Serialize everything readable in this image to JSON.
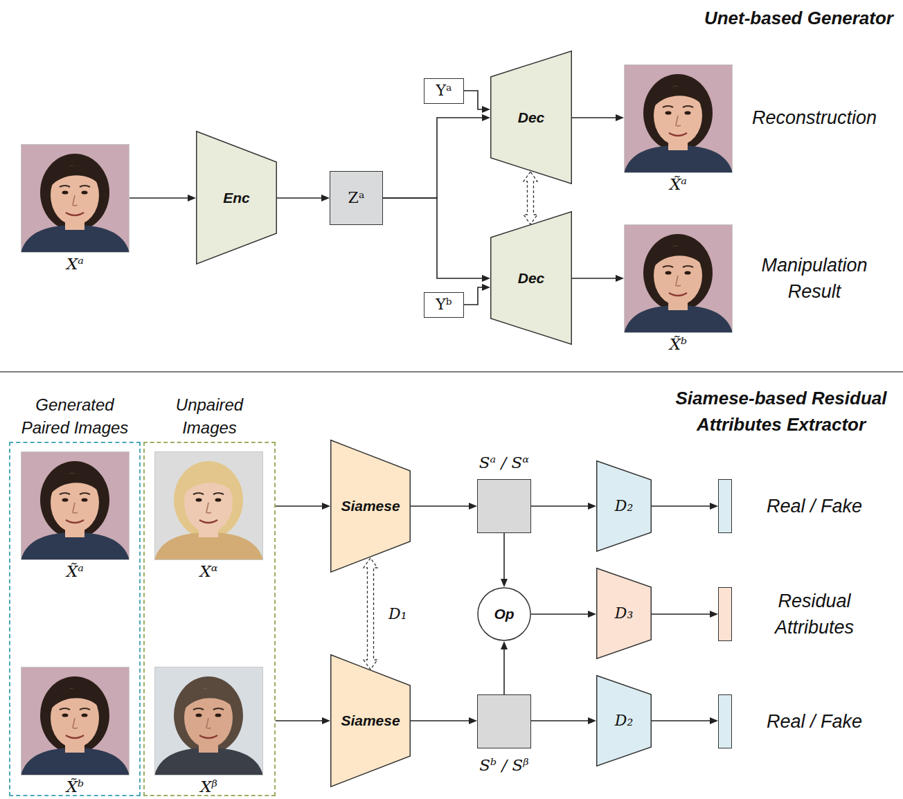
{
  "diagram": {
    "nodes": [
      {
        "text": [
          "Xᵃ"
        ]
      },
      {
        "text": [
          "Enc"
        ]
      },
      {
        "text": [
          "Zᵃ"
        ]
      },
      {
        "text": [
          "Yᵃ"
        ]
      },
      {
        "text": [
          "Dec"
        ]
      },
      {
        "text": [
          "X̃ᵃ",
          "Reconstruction"
        ]
      },
      {
        "text": [
          "Yᵇ"
        ]
      },
      {
        "text": [
          "Dec"
        ]
      },
      {
        "text": [
          "X̃ᵇ",
          "Manipulation Result"
        ]
      },
      {
        "text": [
          "Generated Paired Images"
        ]
      },
      {
        "text": [
          "X̃ᵃ"
        ],
        "in": 9
      },
      {
        "text": [
          "X̃ᵇ"
        ],
        "in": 9
      },
      {
        "text": [
          "Unpaired Images"
        ]
      },
      {
        "text": [
          "Xᵅ"
        ],
        "in": 12
      },
      {
        "text": [
          "Xᵝ"
        ],
        "in": 12
      },
      {
        "text": [
          "Siamese"
        ]
      },
      {
        "text": [
          "Sᵃ / Sᵅ"
        ]
      },
      {
        "text": [
          "D₂"
        ]
      },
      {
        "text": [
          "Real / Fake"
        ]
      },
      {
        "text": [
          "Op"
        ]
      },
      {
        "text": [
          "D₃"
        ]
      },
      {
        "text": [
          "Residual Attributes"
        ]
      },
      {
        "text": [
          "Siamese"
        ]
      },
      {
        "text": [
          "Sᵇ / Sᵝ"
        ]
      },
      {
        "text": [
          "D₂"
        ]
      },
      {
        "text": [
          "Real / Fake"
        ]
      }
    ],
    "edges": [
      {
        "from": 0,
        "to": 1,
        "arrow": "to"
      },
      {
        "from": 1,
        "to": 2,
        "arrow": "to"
      },
      {
        "from": 2,
        "to": 4,
        "arrow": "to"
      },
      {
        "from": 3,
        "to": 4,
        "arrow": "to"
      },
      {
        "from": 2,
        "to": 7,
        "arrow": "to"
      },
      {
        "from": 6,
        "to": 7,
        "arrow": "to"
      },
      {
        "from": 4,
        "to": 5,
        "arrow": "to"
      },
      {
        "from": 7,
        "to": 8,
        "arrow": "to"
      },
      {
        "from": 4,
        "to": 7,
        "arrow": "both"
      },
      {
        "from": 12,
        "to": 15,
        "arrow": "to"
      },
      {
        "from": 12,
        "to": 22,
        "arrow": "to"
      },
      {
        "from": 15,
        "to": 16,
        "arrow": "to"
      },
      {
        "from": 16,
        "to": 17,
        "arrow": "to"
      },
      {
        "from": 17,
        "to": 18,
        "arrow": "to"
      },
      {
        "from": 16,
        "to": 19,
        "arrow": "to"
      },
      {
        "from": 19,
        "to": 20,
        "arrow": "to"
      },
      {
        "from": 20,
        "to": 21,
        "arrow": "to"
      },
      {
        "from": 22,
        "to": 23,
        "arrow": "to"
      },
      {
        "from": 23,
        "to": 24,
        "arrow": "to"
      },
      {
        "from": 24,
        "to": 25,
        "arrow": "to"
      },
      {
        "from": 23,
        "to": 19,
        "arrow": "to"
      },
      {
        "from": 15,
        "to": 22,
        "label": "D₁",
        "arrow": "both"
      }
    ],
    "labels": [
      "Unet-based Generator",
      "Siamese-based Residual Attributes Extractor"
    ]
  }
}
